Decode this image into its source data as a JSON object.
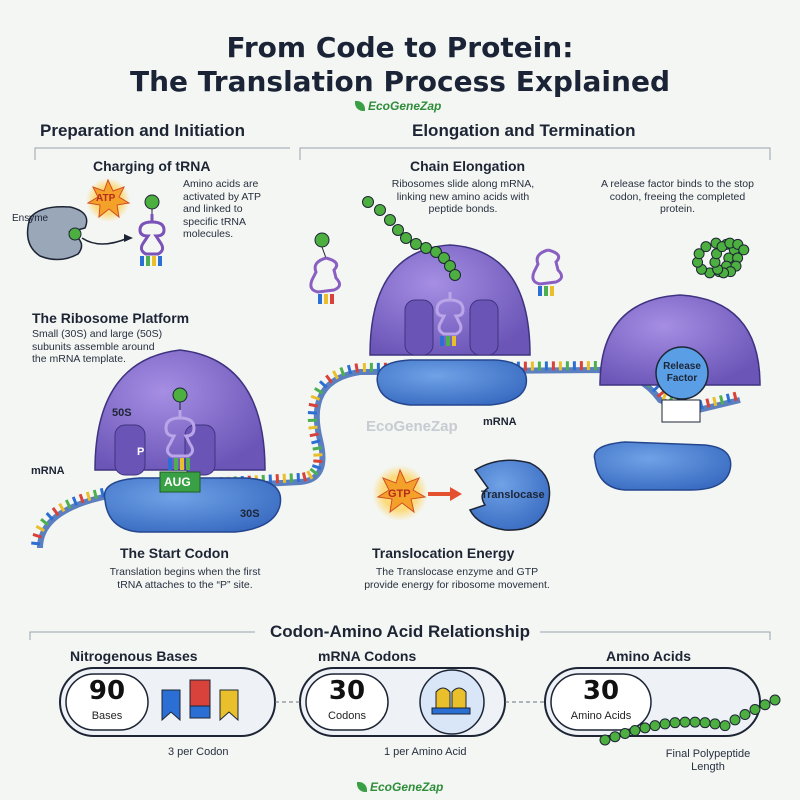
{
  "title_line1": "From Code to Protein:",
  "title_line2": "The Translation Process Explained",
  "brand": "EcoGeneZap",
  "watermark": "EcoGeneZap",
  "sections": {
    "left_heading": "Preparation and Initiation",
    "right_heading": "Elongation and Termination",
    "bottom_heading": "Codon-Amino Acid Relationship"
  },
  "charging": {
    "title": "Charging of tRNA",
    "text": [
      "Amino acids are",
      "activated by ATP",
      "and linked to",
      "specific tRNA",
      "molecules."
    ],
    "enzyme_label": "Ensyme",
    "atp_label": "ATP"
  },
  "platform": {
    "title": "The Ribosome Platform",
    "text": [
      "Small (30S) and large (50S)",
      "subunits assemble around",
      "the mRNA template."
    ],
    "large_label": "50S",
    "small_label": "30S",
    "p_label": "P",
    "codon_label": "AUG",
    "mrna_label": "mRNA"
  },
  "start_codon": {
    "title": "The Start Codon",
    "text": [
      "Translation begins when the first",
      "tRNA attaches to the “P” site."
    ]
  },
  "elongation": {
    "title": "Chain Elongation",
    "text": [
      "Ribosomes slide along mRNA,",
      "linking new amino acids with",
      "peptide bonds."
    ],
    "mrna_label": "mRNA"
  },
  "release": {
    "text": [
      "A release factor binds to the stop",
      "codon, freeing the completed",
      "protein."
    ],
    "factor_label_1": "Release",
    "factor_label_2": "Factor"
  },
  "translocation": {
    "title": "Translocation Energy",
    "text": [
      "The Translocase enzyme and GTP",
      "provide energy for ribosome movement."
    ],
    "gtp_label": "GTP",
    "enzyme_label": "Translocase"
  },
  "relationship": {
    "items": [
      {
        "heading": "Nitrogenous Bases",
        "value": "90",
        "unit": "Bases",
        "caption": "3 per Codon"
      },
      {
        "heading": "mRNA Codons",
        "value": "30",
        "unit": "Codons",
        "caption": "1 per Amino Acid"
      },
      {
        "heading": "Amino Acids",
        "value": "30",
        "unit": "Amino Acids",
        "caption_1": "Final Polypeptide",
        "caption_2": "Length"
      }
    ]
  },
  "colors": {
    "ribosome_large": "#8a73cf",
    "ribosome_small": "#4d86d6",
    "amino_acid": "#4caf3f",
    "trna": "#8a5fc2",
    "base_blue": "#2c6fd4",
    "base_red": "#d8423a",
    "base_yellow": "#e9c02b",
    "base_green": "#4caf50"
  }
}
